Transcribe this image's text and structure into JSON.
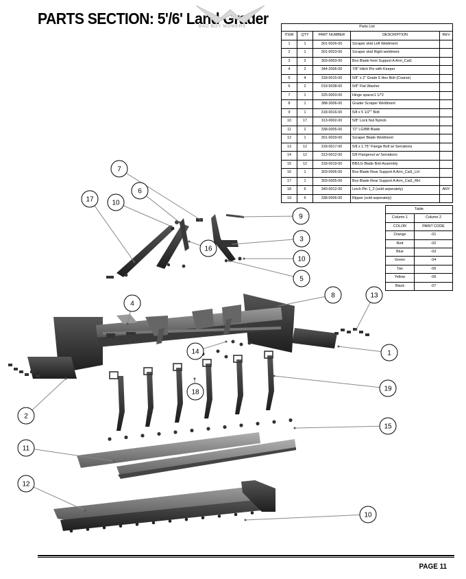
{
  "header": {
    "title": "PARTS SECTION: 5'/6' Land Grader",
    "logo_text": "BAD BOY MOWERS"
  },
  "parts_list": {
    "caption": "Parts List",
    "columns": [
      "ITEM",
      "QTY",
      "PART NUMBER",
      "DESCRIPTION",
      "REV"
    ],
    "rows": [
      [
        "1",
        "1",
        "301-0026-00",
        "Scraper skid Left Weldment",
        ""
      ],
      [
        "2",
        "1",
        "301-0023-00",
        "Scraper skid Right weldment",
        ""
      ],
      [
        "3",
        "2",
        "303-0003-00",
        "Box Blade front Support A Arm_Cat1",
        ""
      ],
      [
        "4",
        "2",
        "344-2006-00",
        "7/8\" Hitch Pin with Keeper",
        ""
      ],
      [
        "5",
        "4",
        "318-0015-00",
        "5/8\" x 2\" Grade 5 Hex Bolt (Coarse)",
        ""
      ],
      [
        "6",
        "2",
        "019-5038-00",
        "5/8\" Flat Washer",
        ""
      ],
      [
        "7",
        "1",
        "325-0003-00",
        "Hinge spacer1 1/*2",
        ""
      ],
      [
        "8",
        "1",
        "388-3006-00",
        "Grader Scraper Weldment",
        ""
      ],
      [
        "9",
        "1",
        "318-0016-00",
        "5/8 x 5 1/2\"\" Bolt",
        ""
      ],
      [
        "10",
        "17",
        "313-0002-00",
        "5/8\" Lock Nut Nylock",
        ""
      ],
      [
        "11",
        "2",
        "338-0005-00",
        "72\" LG/BB Blade",
        ""
      ],
      [
        "12",
        "1",
        "301-0029-00",
        "Scraper Blade Weldment",
        ""
      ],
      [
        "13",
        "12",
        "318-0017-00",
        "5/8 x 1.75\" Flange Bolt w/ Serrations",
        ""
      ],
      [
        "14",
        "12",
        "313-0012-00",
        "5/8 Flangenut w/ Serrations",
        ""
      ],
      [
        "15",
        "12",
        "318-0019-00",
        "BB/LG Blade Bolt Assembly",
        ""
      ],
      [
        "16",
        "1",
        "303-0006-00",
        "Box Blade Rear Support A Arm_Cat1_LH",
        ""
      ],
      [
        "17",
        "1",
        "303-0005-00",
        "Box Blade Rear Support A Arm_Cat1_RH",
        ""
      ],
      [
        "18",
        "6",
        "340-0012-00",
        "Linch Pin 1_2  (sold seperately)",
        "ANY"
      ],
      [
        "19",
        "6",
        "338-0006-00",
        "Ripper  (sold seperately)",
        ""
      ]
    ]
  },
  "color_table": {
    "caption": "Table",
    "columns": [
      "Column 1",
      "Column 2"
    ],
    "header_row": [
      "COLOR",
      "PAINT CODE"
    ],
    "rows": [
      [
        "Orange",
        "-01"
      ],
      [
        "Red",
        "-02"
      ],
      [
        "Blue",
        "-03"
      ],
      [
        "Green",
        "-04"
      ],
      [
        "Tan",
        "-05"
      ],
      [
        "Yellow",
        "-06"
      ],
      [
        "Black",
        "-07"
      ]
    ]
  },
  "callouts": [
    "7",
    "6",
    "17",
    "10",
    "9",
    "16",
    "3",
    "10",
    "5",
    "8",
    "4",
    "13",
    "14",
    "1",
    "18",
    "19",
    "2",
    "15",
    "11",
    "12",
    "10"
  ],
  "footer": {
    "page": "PAGE 11"
  }
}
